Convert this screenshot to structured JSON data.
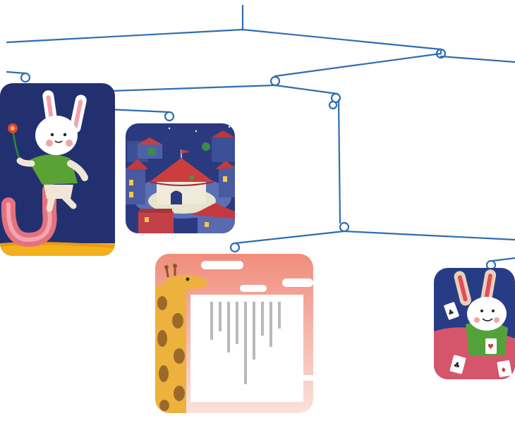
{
  "scene": {
    "wire_color": "#2f6db3",
    "tiles": [
      {
        "name": "bunny-flower-tile",
        "bg": "#23306f",
        "accent": "#f3b01a"
      },
      {
        "name": "night-town-tile",
        "bg": "#2b3a7f",
        "accent": "#c53a3a"
      },
      {
        "name": "giraffe-barcode-tile",
        "bg": "#f2a393",
        "accent": "#e5a43a"
      },
      {
        "name": "bunny-cards-tile",
        "bg": "#283c86",
        "accent": "#d5566a"
      }
    ]
  }
}
